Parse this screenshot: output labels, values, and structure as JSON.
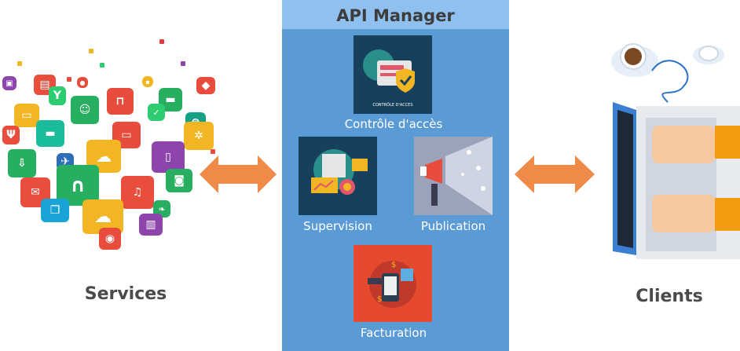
{
  "api_manager": {
    "title": "API Manager",
    "modules": {
      "access": {
        "caption": "Contrôle d'accès",
        "tile_text": "CONTRÔLE D'ACCES",
        "icon": "shield-icon"
      },
      "supervision": {
        "caption": "Supervision",
        "icon": "dashboard-icon"
      },
      "publication": {
        "caption": "Publication",
        "icon": "megaphone-icon"
      },
      "billing": {
        "caption": "Facturation",
        "icon": "shopping-icon"
      }
    }
  },
  "left": {
    "label": "Services",
    "icon": "app-icons-cloud"
  },
  "right": {
    "label": "Clients",
    "icon": "laptop-typing-icon"
  },
  "colors": {
    "panel": "#5b9bd5",
    "header": "#8fc0ef",
    "arrow": "#ef8a48",
    "text_dark": "#4a4a4a"
  }
}
